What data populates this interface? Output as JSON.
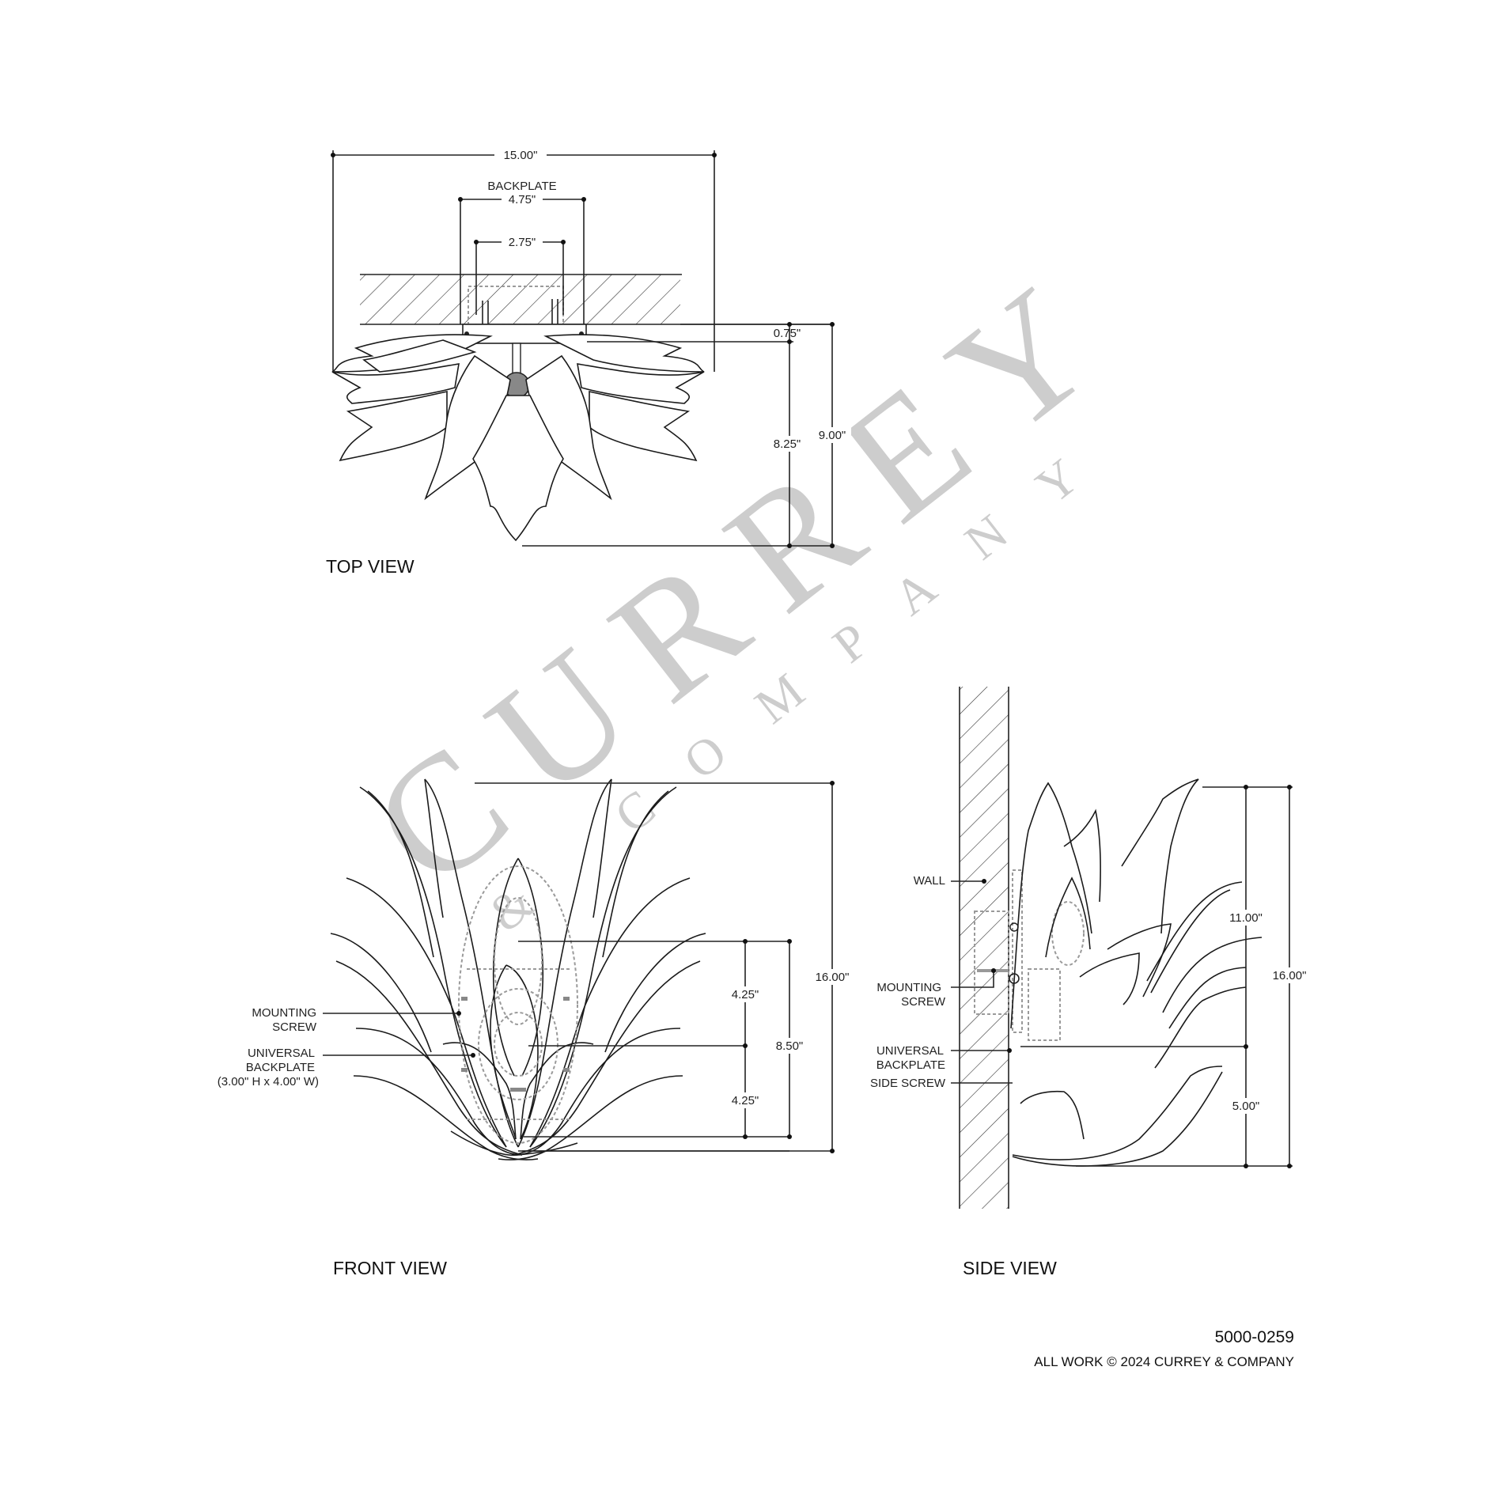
{
  "drawing": {
    "part_number": "5000-0259",
    "copyright": "ALL WORK © 2024 CURREY & COMPANY",
    "watermark": {
      "main": "CURREY",
      "sub": "& COMPANY",
      "color": "#c8c8c8"
    }
  },
  "top_view": {
    "title": "TOP VIEW",
    "dims": {
      "overall_width": "15.00\"",
      "backplate_label": "BACKPLATE",
      "backplate_width": "4.75\"",
      "screw_spacing": "2.75\"",
      "backplate_depth": "0.75\"",
      "projection_from_plate": "8.25\"",
      "overall_depth": "9.00\""
    }
  },
  "front_view": {
    "title": "FRONT VIEW",
    "callouts": {
      "mounting_screw": [
        "MOUNTING",
        "SCREW"
      ],
      "universal_backplate": [
        "UNIVERSAL",
        "BACKPLATE",
        "(3.00\" H x 4.00\" W)"
      ]
    },
    "dims": {
      "upper_half": "4.25\"",
      "lower_half": "4.25\"",
      "backplate_zone": "8.50\"",
      "overall_height": "16.00\""
    }
  },
  "side_view": {
    "title": "SIDE VIEW",
    "callouts": {
      "wall": "WALL",
      "mounting_screw": [
        "MOUNTING",
        "SCREW"
      ],
      "universal_backplate": [
        "UNIVERSAL",
        "BACKPLATE"
      ],
      "side_screw": "SIDE SCREW"
    },
    "dims": {
      "above_center": "11.00\"",
      "below_center": "5.00\"",
      "overall_height": "16.00\""
    }
  }
}
